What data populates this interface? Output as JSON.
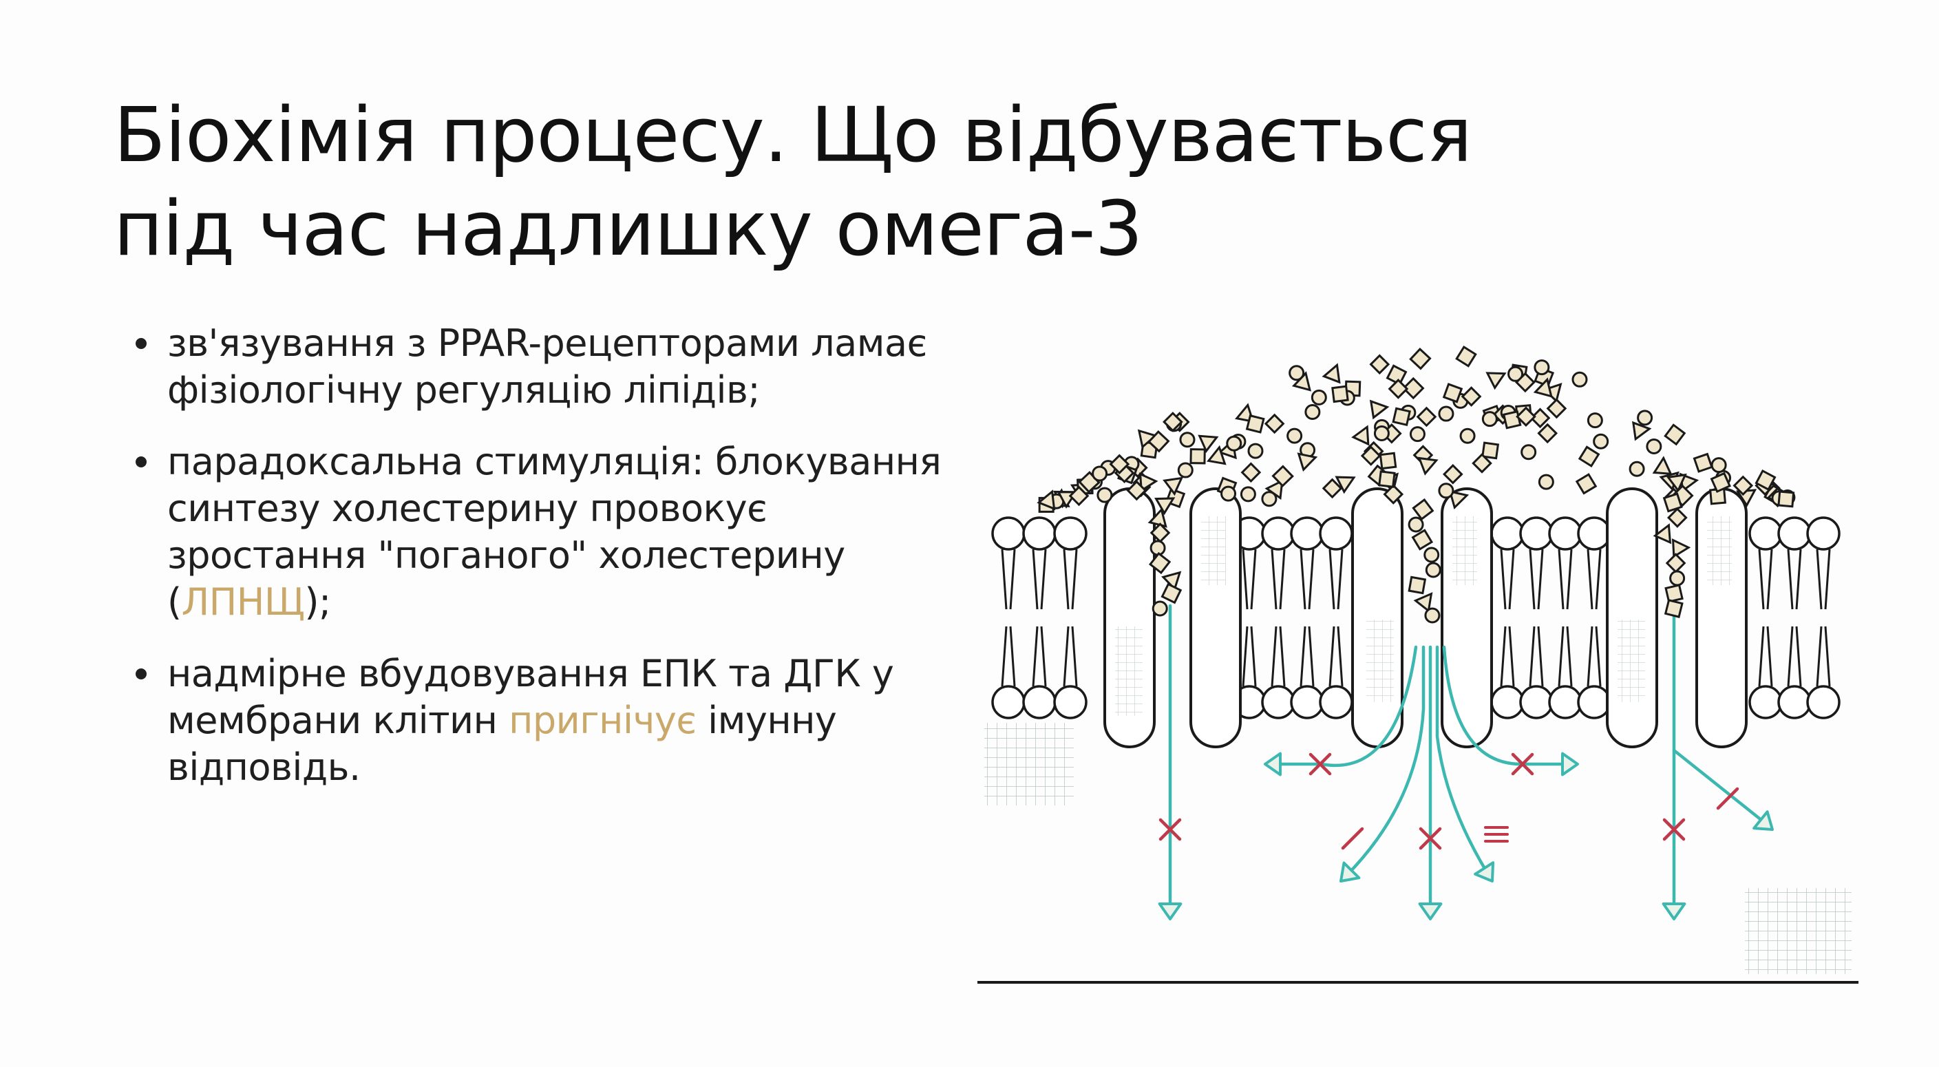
{
  "title": {
    "line1": "Біохімія процесу. Що відбувається",
    "line2": "під час надлишку омега-3"
  },
  "bullets": [
    {
      "text": "зв'язування з PPAR-рецепторами ламає фізіологічну регуляцію ліпідів;"
    },
    {
      "before": "парадоксальна стимуляція: блокування синтезу холестерину провокує зростання \"поганого\" холестерину (",
      "accent": "ЛПНЩ",
      "after": ");"
    },
    {
      "before": "надмірне вбудовування ЕПК та ДГК у мембрани клітин ",
      "accent": "пригнічує",
      "after": " імунну відповідь."
    }
  ],
  "colors": {
    "accent": "#c9a86a",
    "arrow": "#3db8b0",
    "blocked_x": "#c0394a",
    "particle_fill": "#efe6cc",
    "line": "#1a1a1a"
  },
  "illustration": {
    "icon": "cell-membrane-lipid-bilayer-icon"
  }
}
